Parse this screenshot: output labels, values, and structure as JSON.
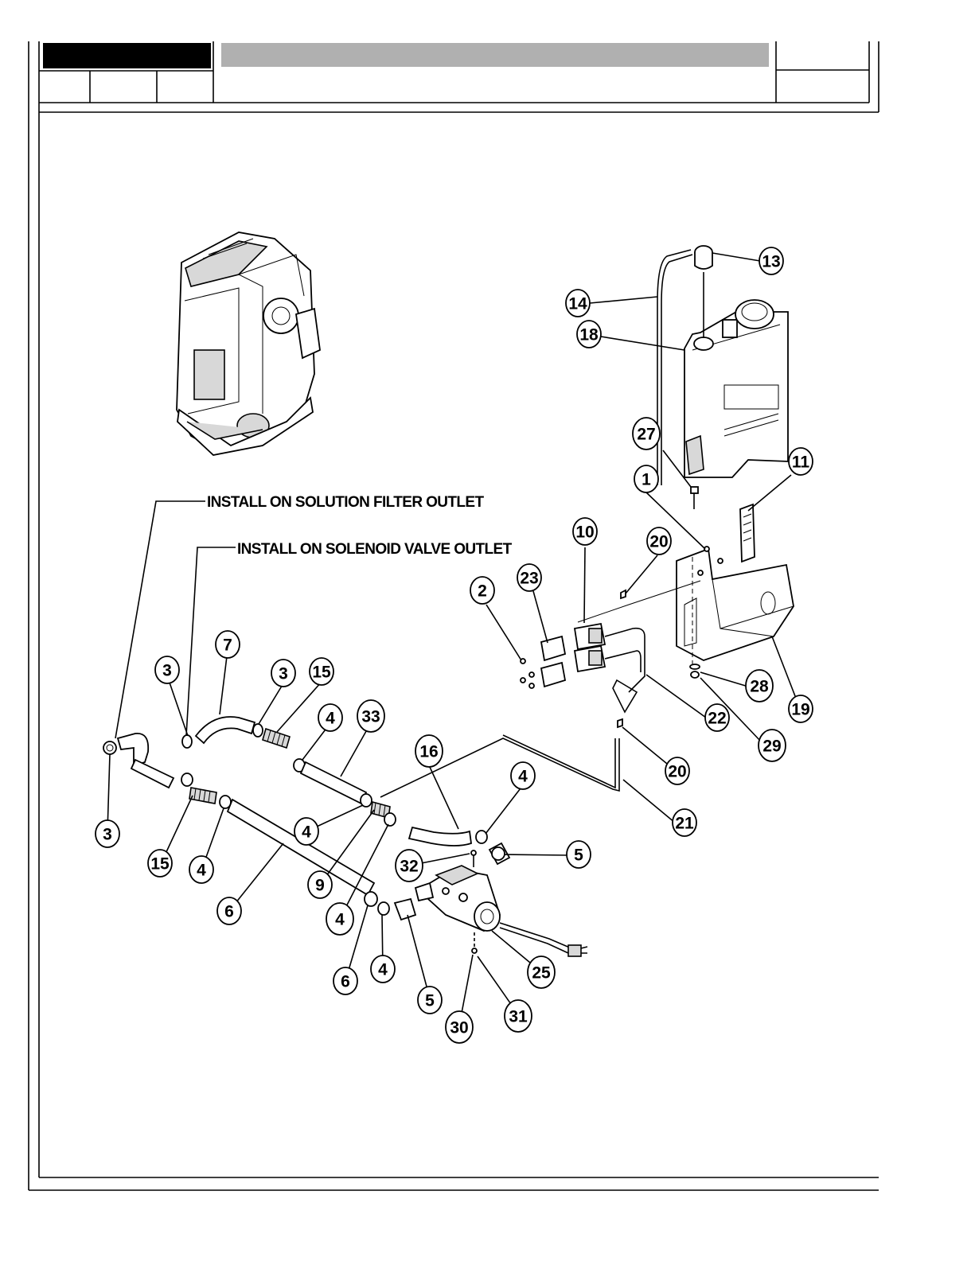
{
  "notes": {
    "solution_filter": "INSTALL ON SOLUTION FILTER OUTLET",
    "solenoid_valve": "INSTALL ON SOLENOID VALVE OUTLET"
  },
  "callouts": {
    "c13": "13",
    "c14": "14",
    "c18": "18",
    "c27": "27",
    "c11": "11",
    "c1": "1",
    "c10": "10",
    "c20a": "20",
    "c2": "2",
    "c23": "23",
    "c28": "28",
    "c19": "19",
    "c22": "22",
    "c29": "29",
    "c20b": "20",
    "c21": "21",
    "c7": "7",
    "c3a": "3",
    "c3b": "3",
    "c15a": "15",
    "c4a": "4",
    "c33": "33",
    "c3c": "3",
    "c16": "16",
    "c4b": "4",
    "c5a": "5",
    "c32": "32",
    "c15b": "15",
    "c4c": "4",
    "c4d": "4",
    "c9": "9",
    "c6a": "6",
    "c4e": "4",
    "c6b": "6",
    "c4f": "4",
    "c5b": "5",
    "c25": "25",
    "c31": "31",
    "c30": "30"
  }
}
